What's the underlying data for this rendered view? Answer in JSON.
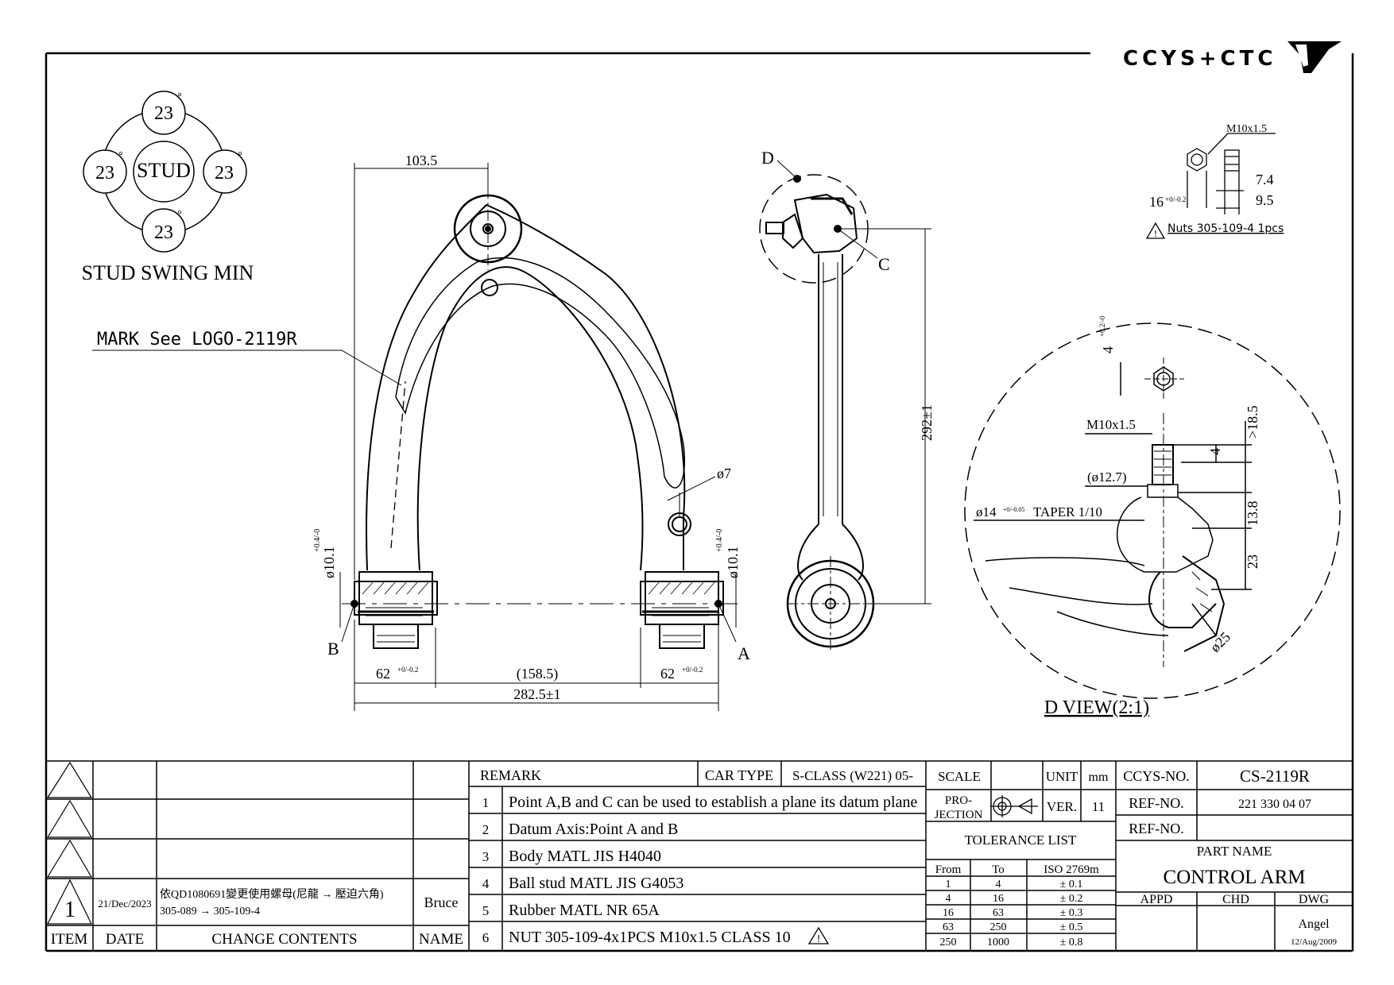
{
  "logo": {
    "text": "CCYS+CTC"
  },
  "stud_swing": {
    "angles": [
      "23",
      "23",
      "23",
      "23"
    ],
    "degree": "°",
    "center": "STUD",
    "caption": "STUD SWING MIN"
  },
  "mark_label": "MARK See LOGO-2119R",
  "dims": {
    "top_width": "103.5",
    "hole": "ø7",
    "left_bush": "ø10.1",
    "right_bush": "ø10.1",
    "bush_tol": "+0.4/-0",
    "bottom_left": "62",
    "bottom_center": "(158.5)",
    "bottom_right": "62",
    "bottom_tol": "+0/-0.2",
    "overall": "282.5±1",
    "height": "292±1"
  },
  "points": {
    "a": "A",
    "b": "B",
    "c": "C",
    "d": "D"
  },
  "nut": {
    "thread": "M10x1.5",
    "width": "16",
    "width_tol": "+0/-0.2",
    "h1": "7.4",
    "h2": "9.5",
    "note": "Nuts 305-109-4 1pcs"
  },
  "dview": {
    "title": "D VIEW(2:1)",
    "d1": "4",
    "d1_tol": "+0.2/-0",
    "thread": "M10x1.5",
    "d2": "4",
    "d3": ">18.5",
    "d4": "(ø12.7)",
    "taper": "ø14",
    "taper_tol": "+0/-0.05",
    "taper_label": "TAPER 1/10",
    "d5": "13.8",
    "d6": "23",
    "d7": "ø25"
  },
  "change_table": {
    "item_header": "ITEM",
    "date_header": "DATE",
    "contents_header": "CHANGE CONTENTS",
    "name_header": "NAME",
    "entry": {
      "item": "1",
      "date": "21/Dec/2023",
      "line1": "依QD1080691變更使用螺母(尼龍 → 壓迫六角)",
      "line2": "305-089 → 305-109-4",
      "name": "Bruce"
    }
  },
  "remarks": {
    "header": "REMARK",
    "cartype_label": "CAR TYPE",
    "cartype_value": "S-CLASS (W221) 05-",
    "items": [
      {
        "n": "1",
        "t": "Point A,B and C can be used to establish a plane its datum plane"
      },
      {
        "n": "2",
        "t": "Datum Axis:Point A and B"
      },
      {
        "n": "3",
        "t": "Body MATL JIS H4040"
      },
      {
        "n": "4",
        "t": "Ball stud MATL JIS G4053"
      },
      {
        "n": "5",
        "t": "Rubber MATL NR 65A"
      },
      {
        "n": "6",
        "t": "NUT 305-109-4x1PCS M10x1.5 CLASS 10"
      }
    ]
  },
  "title_block": {
    "scale": "SCALE",
    "unit": "UNIT",
    "unit_value": "mm",
    "projection_1": "PRO-",
    "projection_2": "JECTION",
    "ver": "VER.",
    "ver_value": "11",
    "tolerance_list": "TOLERANCE LIST",
    "tol_headers": [
      "From",
      "To",
      "ISO 2769m"
    ],
    "tol_rows": [
      [
        "1",
        "4",
        "± 0.1"
      ],
      [
        "4",
        "16",
        "± 0.2"
      ],
      [
        "16",
        "63",
        "± 0.3"
      ],
      [
        "63",
        "250",
        "± 0.5"
      ],
      [
        "250",
        "1000",
        "± 0.8"
      ]
    ],
    "ccys_no_label": "CCYS-NO.",
    "ccys_no": "CS-2119R",
    "ref_no_label": "REF-NO.",
    "ref_no": "221 330 04 07",
    "ref_no2_label": "REF-NO.",
    "part_name_label": "PART NAME",
    "part_name": "CONTROL ARM",
    "appd": "APPD",
    "chd": "CHD",
    "dwg": "DWG",
    "dwg_name": "Angel",
    "dwg_date": "12/Aug/2009"
  }
}
